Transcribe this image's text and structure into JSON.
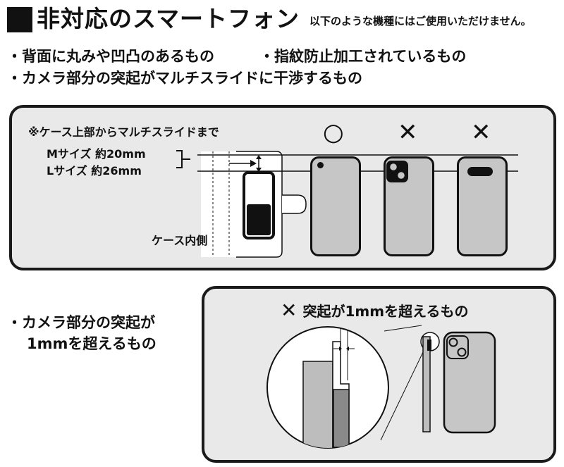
{
  "header": {
    "title": "非対応のスマートフォン",
    "note": "以下のような機種にはご使用いただけません。"
  },
  "bullets": {
    "b1": "・背面に丸みや凹凸のあるもの",
    "b2": "・指紋防止加工されているもの",
    "b3": "・カメラ部分の突起がマルチスライドに干渉するもの"
  },
  "diagram1": {
    "label_note": "※ケース上部からマルチスライドまで",
    "size_m": "Mサイズ 約20mm",
    "size_l": "Lサイズ 約26mm",
    "case_inside": "ケース内側",
    "ok_symbol": "○",
    "ng_symbol_1": "✕",
    "ng_symbol_2": "✕"
  },
  "diagram2": {
    "bullet_line1": "・カメラ部分の突起が",
    "bullet_line2": "1mmを超えるもの",
    "title_x": "✕",
    "title_text": "突起が1mmを超えるもの"
  },
  "colors": {
    "panel_bg": "#e9e9e9",
    "phone_gray": "#c6c6c6",
    "dark": "#111111"
  }
}
